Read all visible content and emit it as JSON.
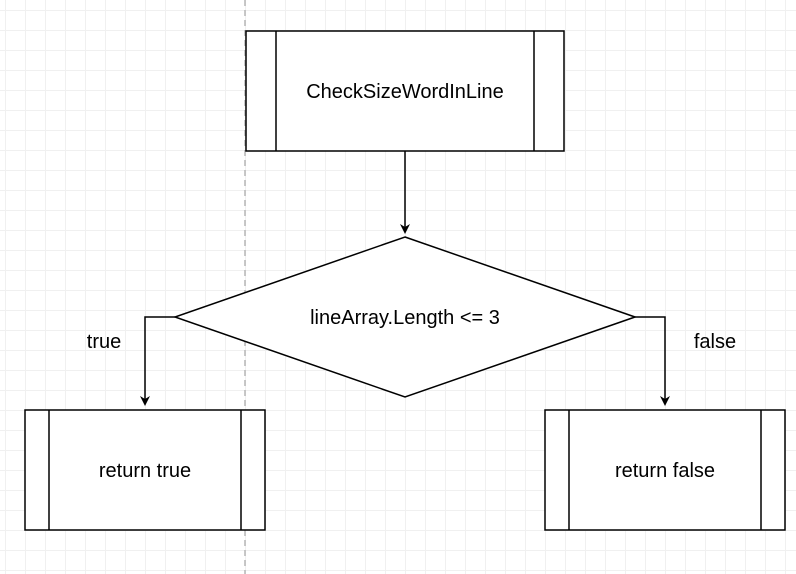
{
  "diagram": {
    "nodes": {
      "start": {
        "label": "CheckSizeWordInLine"
      },
      "decision": {
        "label": "lineArray.Length <= 3"
      },
      "true_branch": {
        "label": "return true"
      },
      "false_branch": {
        "label": "return false"
      }
    },
    "edges": {
      "true_label": "true",
      "false_label": "false"
    }
  }
}
